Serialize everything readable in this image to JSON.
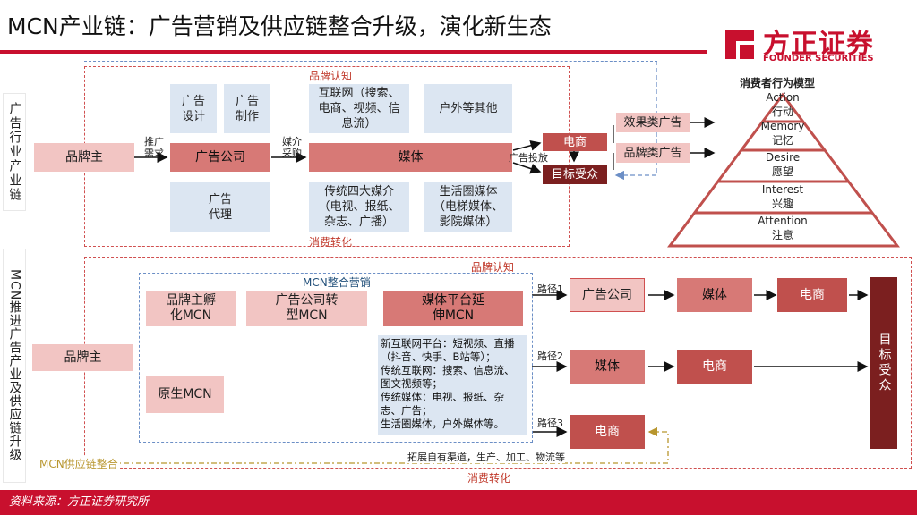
{
  "title": "MCN产业链：广告营销及供应链整合升级，演化新生态",
  "logo": {
    "cn": "方正证券",
    "en": "FOUNDER SECURITIES",
    "color": "#c8102e"
  },
  "top": {
    "section_label": "广告行业产业链",
    "brand_awareness": "品牌认知",
    "consumption_conversion": "消费转化",
    "brand_owner": "品牌主",
    "promo_demand": "推广需求",
    "ad_design": "广告设计",
    "ad_production": "广告制作",
    "ad_company": "广告公司",
    "ad_agency": "广告代理",
    "media_purchase": "媒介采购",
    "internet": "互联网（搜索、电商、视频、信息流）",
    "outdoor": "户外等其他",
    "media": "媒体",
    "traditional": "传统四大媒介（电视、报纸、杂志、广播）",
    "life_circle": "生活圈媒体（电梯媒体、影院媒体）",
    "ad_placement": "广告投放",
    "ecommerce": "电商",
    "target_audience": "目标受众",
    "effect_ad": "效果类广告",
    "brand_ad": "品牌类广告"
  },
  "pyramid": {
    "title": "消费者行为模型",
    "levels": [
      {
        "en": "Action",
        "cn": "行动"
      },
      {
        "en": "Memory",
        "cn": "记忆"
      },
      {
        "en": "Desire",
        "cn": "愿望"
      },
      {
        "en": "Interest",
        "cn": "兴趣"
      },
      {
        "en": "Attention",
        "cn": "注意"
      }
    ]
  },
  "bottom": {
    "section_label": "MCN推进广告产业及供应链升级",
    "brand_awareness": "品牌认知",
    "consumption_conversion": "消费转化",
    "brand_owner": "品牌主",
    "mcn_integration": "MCN整合营销",
    "incubated": "品牌主孵化MCN",
    "transformed": "广告公司转型MCN",
    "extended": "媒体平台延伸MCN",
    "native": "原生MCN",
    "desc": [
      "新互联网平台：短视频、直播（抖音、快手、B站等）；",
      "传统互联网：搜索、信息流、图文视频等；",
      "传统媒体：电视、报纸、杂志、广告；",
      "生活圈媒体，户外媒体等。"
    ],
    "path1": "路径1",
    "path2": "路径2",
    "path3": "路径3",
    "p1_ad": "广告公司",
    "p1_media": "媒体",
    "p1_ec": "电商",
    "p2_media": "媒体",
    "p2_ec": "电商",
    "p3_ec": "电商",
    "target_audience": "目标受众",
    "supply_chain": "MCN供应链整合",
    "channels": "拓展自有渠道，生产、加工、物流等"
  },
  "footer": "资料来源：方正证券研究所"
}
